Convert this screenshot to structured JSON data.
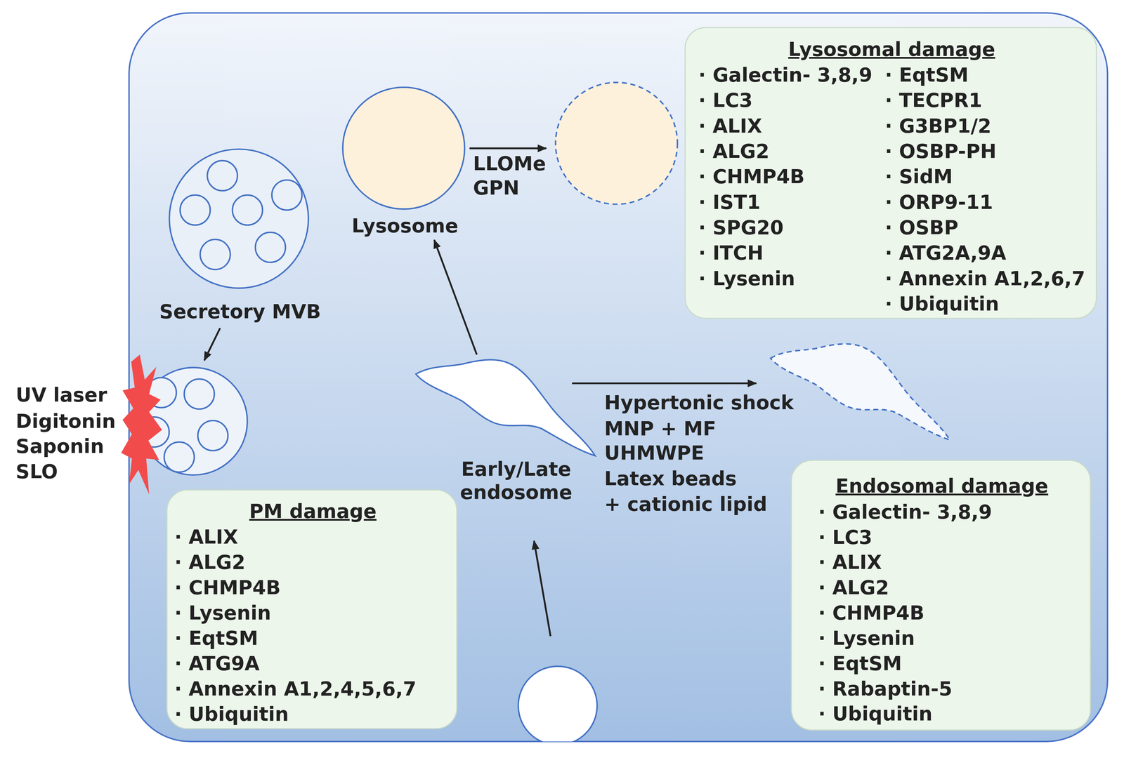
{
  "diagram": {
    "nodes": [
      {
        "text": [
          "Secretory MVB"
        ]
      },
      {
        "text": [
          "Lysosome"
        ]
      },
      {
        "text": [
          "Lysosomal damage",
          "· Galectin- 3,8,9",
          "· LC3",
          "· ALIX",
          "· ALG2",
          "· CHMP4B",
          "· IST1",
          "· SPG20",
          "· ITCH",
          "· Lysenin",
          "· EqtSM",
          "· TECPR1",
          "· G3BP1/2",
          "· OSBP-PH",
          "· SidM",
          "· ORP9-11",
          "· OSBP",
          "· ATG2A,9A",
          "· Annexin A1,2,6,7",
          "· Ubiquitin"
        ]
      },
      {
        "text": [
          "Early/Late endosome"
        ]
      },
      {
        "text": [
          "PM damage",
          "· ALIX",
          "· ALG2",
          "· CHMP4B",
          "· Lysenin",
          "· EqtSM",
          "· ATG9A",
          "· Annexin A1,2,4,5,6,7",
          "· Ubiquitin"
        ]
      },
      {
        "text": [
          "Endosomal damage",
          "· Galectin- 3,8,9",
          "· LC3",
          "· ALIX",
          "· ALG2",
          "· CHMP4B",
          "· Lysenin",
          "· EqtSM",
          "· Rabaptin-5",
          "· Ubiquitin"
        ]
      }
    ],
    "edges": [
      {
        "from": 3,
        "to": 1,
        "arrow": "to"
      }
    ],
    "labels": [
      "LLOMe",
      "GPN",
      "UV laser",
      "Digitonin",
      "Saponin",
      "SLO",
      "Hypertonic shock",
      "MNP + MF",
      "UHMWPE",
      "Latex beads",
      "+ cationic lipid"
    ]
  }
}
